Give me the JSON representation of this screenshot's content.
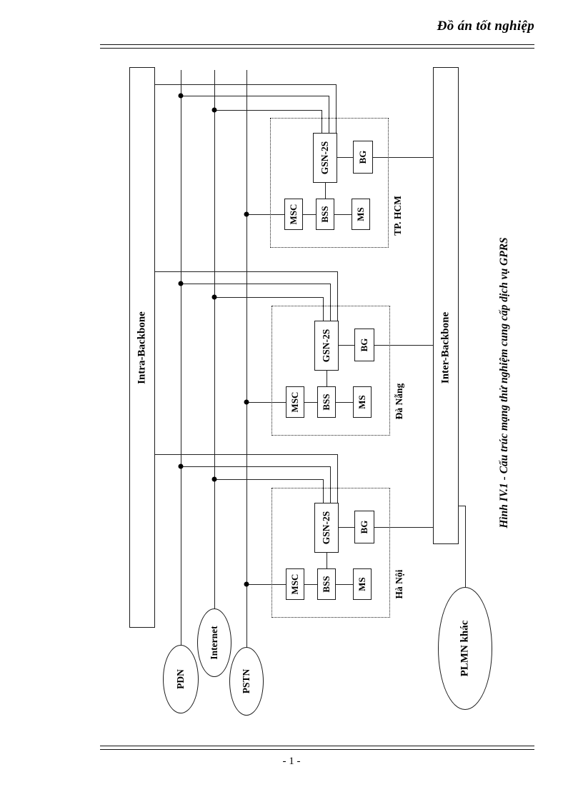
{
  "document": {
    "header_title": "Đồ án tốt nghiệp",
    "page_number": "- 1 -"
  },
  "figure": {
    "caption": "Hình IV.1 - Cấu trúc mạng thử nghiệm cung cấp dịch vụ GPRS"
  },
  "diagram": {
    "backbones": [
      {
        "name": "intra-backbone",
        "label": "Intra-Backbone"
      },
      {
        "name": "inter-backbone",
        "label": "Inter-Backbone"
      }
    ],
    "clusters": [
      {
        "name": "tp-hcm",
        "label": "TP. HCM",
        "nodes": [
          {
            "name": "gsn",
            "label": "GSN-2S"
          },
          {
            "name": "bg",
            "label": "BG"
          },
          {
            "name": "msc",
            "label": "MSC"
          },
          {
            "name": "bss",
            "label": "BSS"
          },
          {
            "name": "ms",
            "label": "MS"
          }
        ]
      },
      {
        "name": "da-nang",
        "label": "Đà Nẵng",
        "nodes": [
          {
            "name": "gsn",
            "label": "GSN-2S"
          },
          {
            "name": "bg",
            "label": "BG"
          },
          {
            "name": "msc",
            "label": "MSC"
          },
          {
            "name": "bss",
            "label": "BSS"
          },
          {
            "name": "ms",
            "label": "MS"
          }
        ]
      },
      {
        "name": "ha-noi",
        "label": "Hà Nội",
        "nodes": [
          {
            "name": "gsn",
            "label": "GSN-2S"
          },
          {
            "name": "bg",
            "label": "BG"
          },
          {
            "name": "msc",
            "label": "MSC"
          },
          {
            "name": "bss",
            "label": "BSS"
          },
          {
            "name": "ms",
            "label": "MS"
          }
        ]
      }
    ],
    "external_networks": [
      {
        "name": "pdn",
        "label": "PDN"
      },
      {
        "name": "internet",
        "label": "Internet"
      },
      {
        "name": "pstn",
        "label": "PSTN"
      },
      {
        "name": "plmn-khac",
        "label": "PLMN khác"
      }
    ],
    "colors": {
      "line": "#222222",
      "box_border": "#1a1a1a",
      "text": "#000000",
      "background": "#ffffff"
    }
  }
}
